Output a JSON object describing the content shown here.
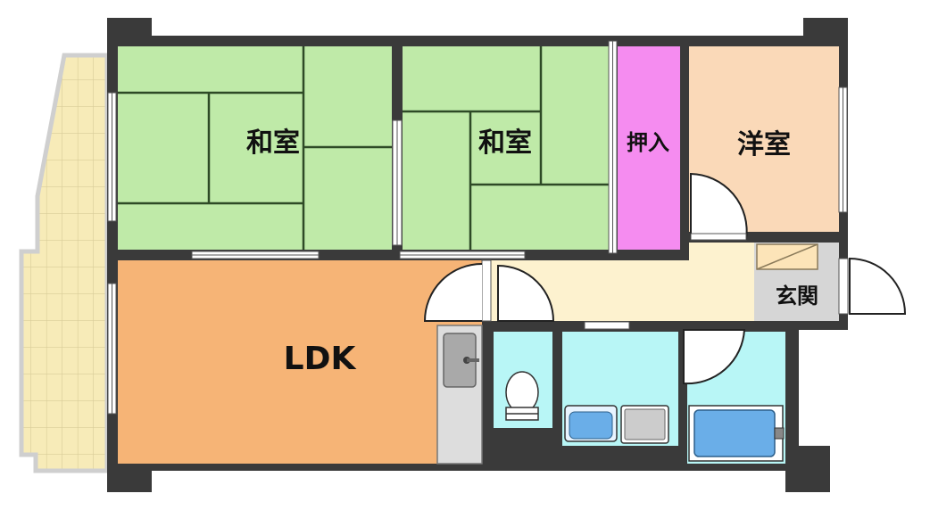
{
  "rooms": {
    "washitsu_1": {
      "label": "和室"
    },
    "washitsu_2": {
      "label": "和室"
    },
    "oshiire": {
      "label": "押入"
    },
    "youshitsu": {
      "label": "洋室"
    },
    "ldk": {
      "label": "LDK"
    },
    "genkan": {
      "label": "玄関"
    }
  },
  "colors": {
    "wall": "#3a3a3a",
    "tatami": "#bfeaa8",
    "closet": "#f58cf0",
    "western_room": "#fad9b8",
    "ldk": "#f6b476",
    "hallway": "#fdf2cf",
    "genkan": "#d6d6d6",
    "wet_area": "#b8f6f6",
    "balcony": "#f7ebb8"
  }
}
